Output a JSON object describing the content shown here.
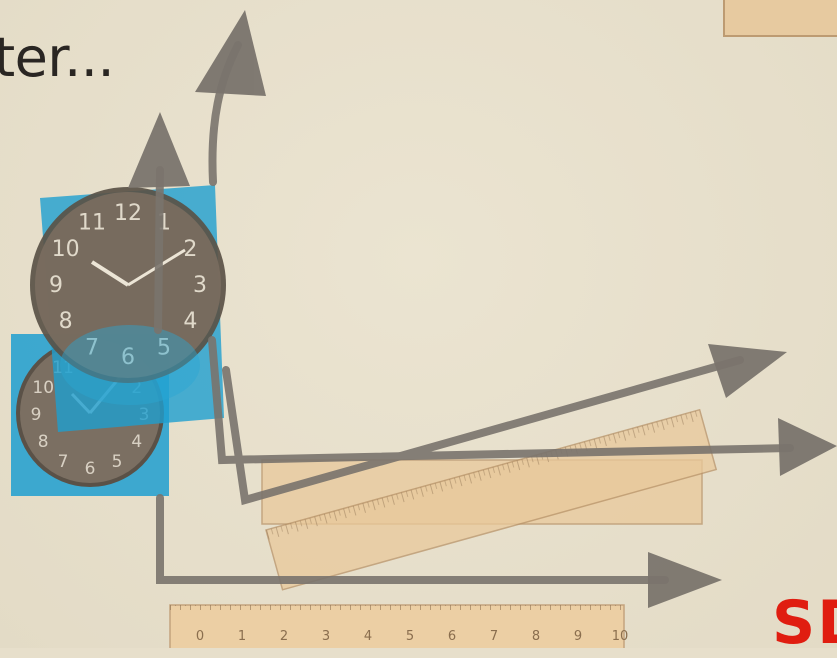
{
  "slide": {
    "title_fragment": "ter...",
    "corner_label": "SD"
  },
  "colors": {
    "background": "#e7dfcb",
    "arrow": "#7a746d",
    "clock_overlay": "#2aa6d2",
    "ruler": "#e8c89c",
    "corner_label": "#e01d10"
  },
  "icons": {
    "clock": "wall-clock-icon",
    "ruler": "ruler-icon",
    "arrow": "arrow-icon"
  },
  "ruler_ticks": [
    "0",
    "1",
    "2",
    "3",
    "4",
    "5",
    "6",
    "7",
    "8",
    "9",
    "10"
  ],
  "clock_numbers": [
    "12",
    "1",
    "2",
    "3",
    "4",
    "5",
    "6",
    "7",
    "8",
    "9",
    "10",
    "11"
  ]
}
